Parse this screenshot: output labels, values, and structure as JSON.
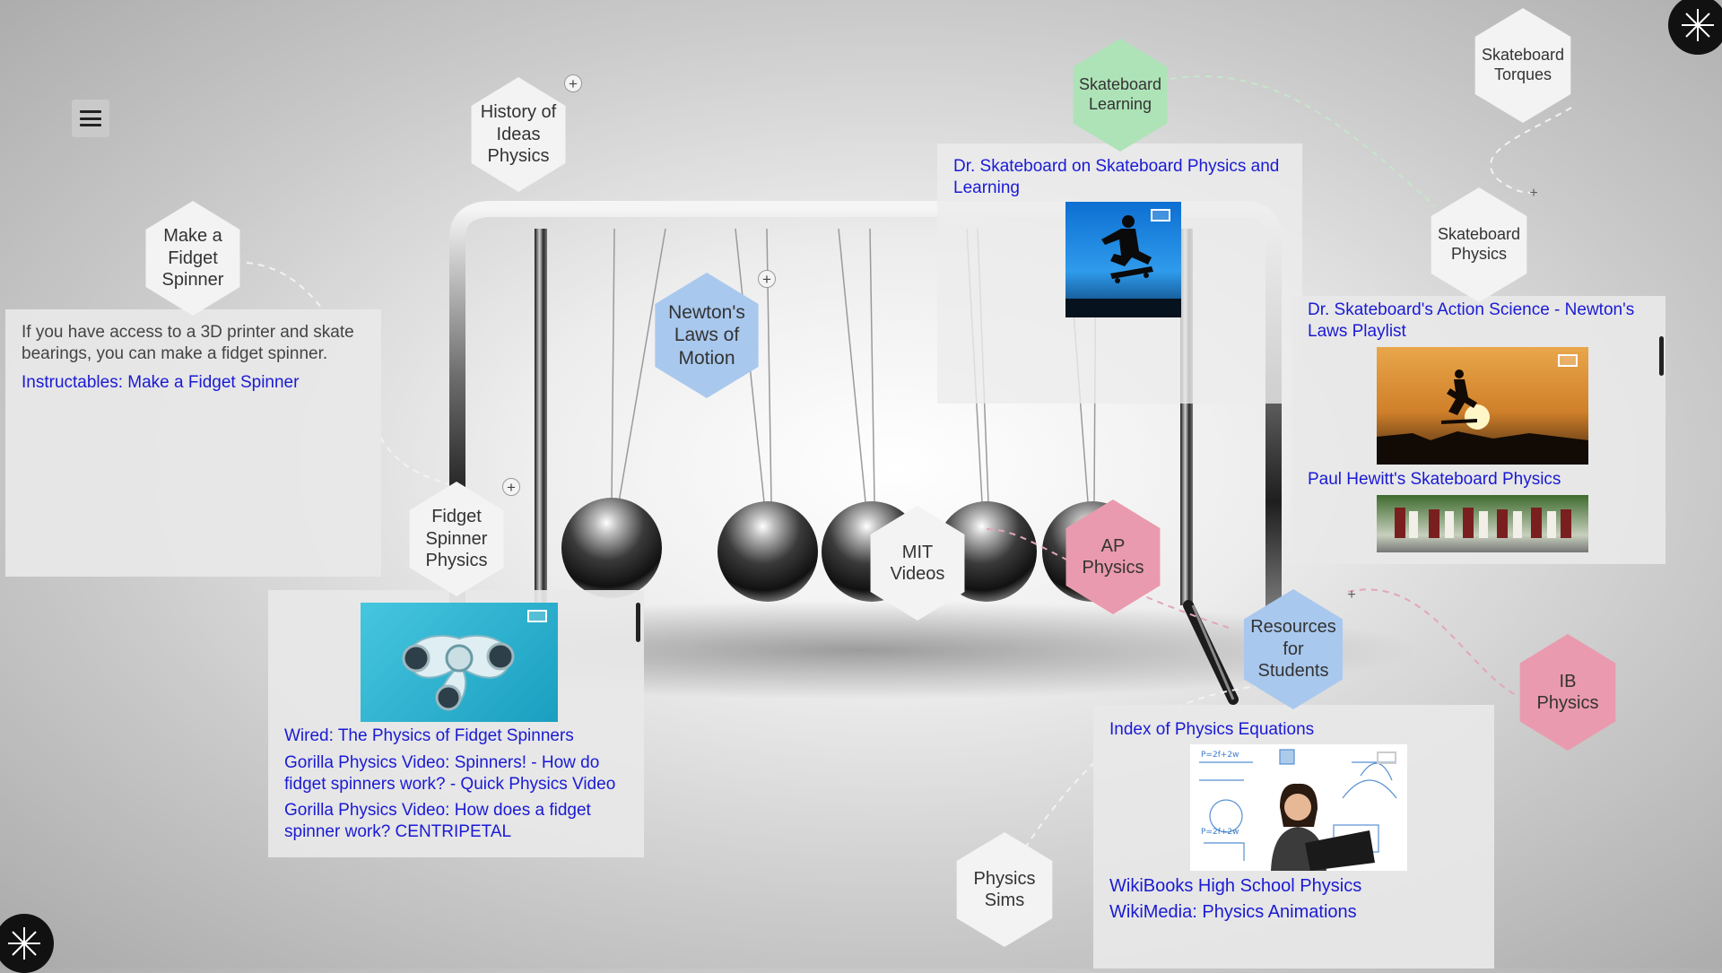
{
  "menu": {
    "icon": "hamburger-menu-icon"
  },
  "nodes": {
    "history": "History of Ideas Physics",
    "fidget_make": "Make a Fidget Spinner",
    "newtons_laws": "Newton's Laws of Motion",
    "fidget_physics": "Fidget Spinner Physics",
    "mit_videos": "MIT Videos",
    "ap_physics": "AP Physics",
    "skate_learning": "Skateboard Learning",
    "skate_torques": "Skateboard Torques",
    "skate_physics": "Skateboard Physics",
    "resources": "Resources for Students",
    "ib_physics": "IB Physics",
    "physics_sims": "Physics Sims"
  },
  "panels": {
    "fidget_make": {
      "text": "If you have access to a 3D printer and skate bearings, you can make a fidget spinner.",
      "link": "Instructables: Make a Fidget Spinner"
    },
    "fidget_physics": {
      "links": [
        "Wired: The Physics of Fidget Spinners",
        "Gorilla Physics Video: Spinners! - How do fidget spinners work? - Quick Physics Video",
        "Gorilla Physics Video: How does a fidget spinner work? CENTRIPETAL"
      ]
    },
    "skate_learning": {
      "link": "Dr. Skateboard on Skateboard Physics and Learning"
    },
    "skate_physics": {
      "links": [
        "Dr. Skateboard's Action Science - Newton's Laws Playlist",
        "Paul Hewitt's Skateboard Physics"
      ]
    },
    "resources": {
      "links": [
        "Index of Physics Equations",
        "WikiBooks High School Physics",
        "WikiMedia: Physics Animations"
      ]
    }
  },
  "colors": {
    "link": "#1a1ad4",
    "hex_white": "#f3f3f3",
    "hex_blue": "#a9c8ee",
    "hex_green": "#aee3b7",
    "hex_pink": "#ea9aae"
  }
}
